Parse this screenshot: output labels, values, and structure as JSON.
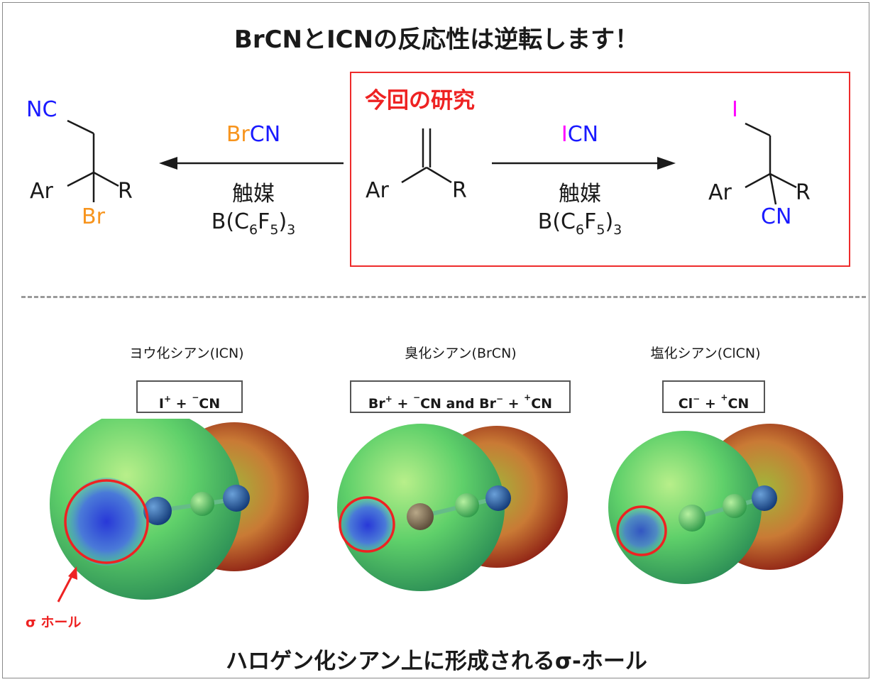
{
  "title": "BrCNとICNの反応性は逆転します！",
  "study_label": "今回の研究",
  "left_product": {
    "nc": "NC",
    "ar": "Ar",
    "r": "R",
    "br": "Br"
  },
  "center_substrate": {
    "ar": "Ar",
    "r": "R"
  },
  "right_product": {
    "i": "I",
    "ar": "Ar",
    "r": "R",
    "cn": "CN"
  },
  "left_reagent": {
    "br": "Br",
    "cn": "CN",
    "catalyst": "触媒",
    "b_formula": "B(C6F5)3"
  },
  "right_reagent": {
    "i": "I",
    "cn": "CN",
    "catalyst": "触媒",
    "b_formula": "B(C6F5)3"
  },
  "columns": [
    {
      "title": "ヨウ化シアン(ICN)",
      "ions": "I+ + −CN"
    },
    {
      "title": "臭化シアン(BrCN)",
      "ions": "Br+ + −CN and Br− + +CN"
    },
    {
      "title": "塩化シアン(ClCN)",
      "ions": "Cl− + +CN"
    }
  ],
  "sigma_hole_label": "σ ホール",
  "caption": "ハロゲン化シアン上に形成されるσ-ホール",
  "colors": {
    "accent_red": "#ee2b2b",
    "bromine_orange": "#f7941d",
    "cyano_blue": "#1a1aff",
    "iodine_magenta": "#ff00ff"
  },
  "icons": [
    "arrow-left-icon",
    "arrow-right-icon",
    "sigma-hole-arrow-icon"
  ]
}
